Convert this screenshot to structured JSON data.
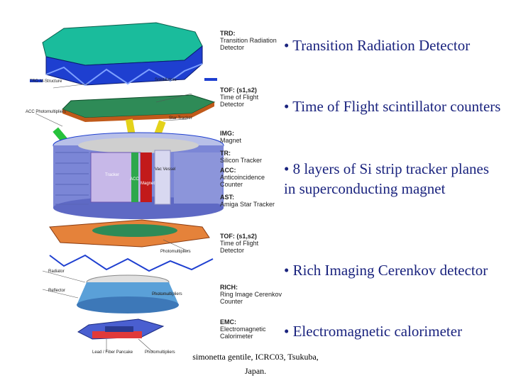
{
  "labels": {
    "trd_title": "TRD:",
    "trd_desc": "Transition Radiation Detector",
    "tof_title": "TOF: (s1,s2)",
    "tof_desc": "Time of Flight Detector",
    "img_title": "IMG:",
    "img_desc": "Magnet",
    "tr_title": "TR:",
    "tr_desc": "Silicon Tracker",
    "acc_title": "ACC:",
    "acc_desc": "Anticoincidence Counter",
    "ast_title": "AST:",
    "ast_desc": "Amiga Star Tracker",
    "tof2_title": "TOF: (s1,s2)",
    "tof2_desc": "Time of Flight Detector",
    "rich_title": "RICH:",
    "rich_desc": "Ring Image Cerenkov Counter",
    "emc_title": "EMC:",
    "emc_desc": "Electromagnetic Calorimeter"
  },
  "callouts": {
    "trd_mstructure": "TRD M-Structure",
    "scintillators": "Scintillators",
    "acc_photomultipliers": "ACC Photomultipliers",
    "star_tracker": "Star Tracker",
    "tracker": "Tracker",
    "acc": "ACC",
    "magnet": "Magnet",
    "vacuum_case": "Vac Vessel",
    "photomultipliers_tof": "Photomultipliers",
    "radiator": "Radiator",
    "reflector": "Reflector",
    "photomultipliers_rich": "Photomultipliers",
    "lead_fiber": "Lead / Fiber Pancake",
    "photomultipliers_emc": "Photomultipliers"
  },
  "bullets": [
    "• Transition Radiation Detector",
    "• Time of Flight scintillator counters",
    "• 8 layers of Si strip tracker planes in superconducting magnet",
    "• Rich Imaging Cerenkov detector",
    "• Electromagnetic calorimeter"
  ],
  "footer": {
    "line1": "simonetta gentile, ICRC03, Tsukuba,",
    "line2": "Japan."
  },
  "colors": {
    "bullet_text": "#1a237e",
    "trd_top": "#1abc9c",
    "frame_blue": "#1e3fd0",
    "magnet_blue": "#7b86d6",
    "tof_green": "#2e8b57",
    "rich_blue": "#5aa0d8"
  }
}
